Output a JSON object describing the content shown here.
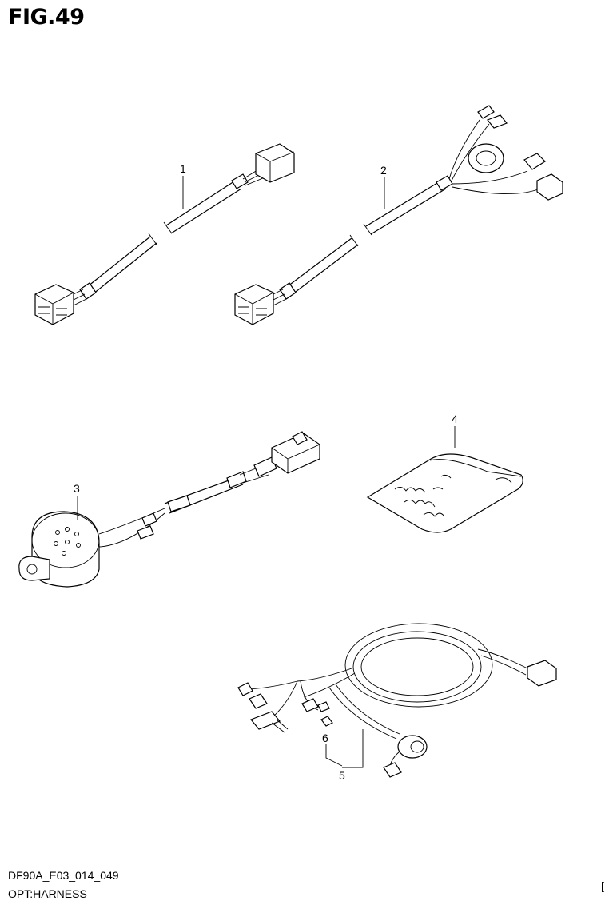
{
  "figure": {
    "title": "FIG.49"
  },
  "callouts": [
    {
      "id": "1",
      "label": "1"
    },
    {
      "id": "2",
      "label": "2"
    },
    {
      "id": "3",
      "label": "3"
    },
    {
      "id": "4",
      "label": "4"
    },
    {
      "id": "5",
      "label": "5"
    },
    {
      "id": "6",
      "label": "6"
    }
  ],
  "footer": {
    "model_code": "DF90A_E03_014_049",
    "section_name": "OPT:HARNESS",
    "corner_mark": "["
  }
}
